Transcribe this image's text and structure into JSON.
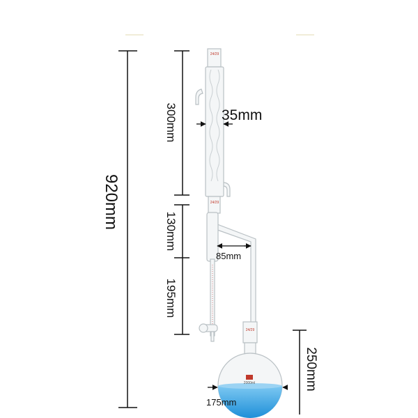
{
  "dimensions": {
    "total_height": "920mm",
    "condenser_length": "300mm",
    "condenser_diameter": "35mm",
    "trap_upper": "130mm",
    "trap_lower": "195mm",
    "side_arm_width": "85mm",
    "flask_height": "250mm",
    "flask_diameter": "175mm"
  },
  "glass_marks": {
    "joint": "24/29",
    "flask_volume": "2000ml"
  },
  "colors": {
    "liquid": "#2f9fe0",
    "dimension_line": "#111111",
    "joint_text": "#c0392b"
  }
}
